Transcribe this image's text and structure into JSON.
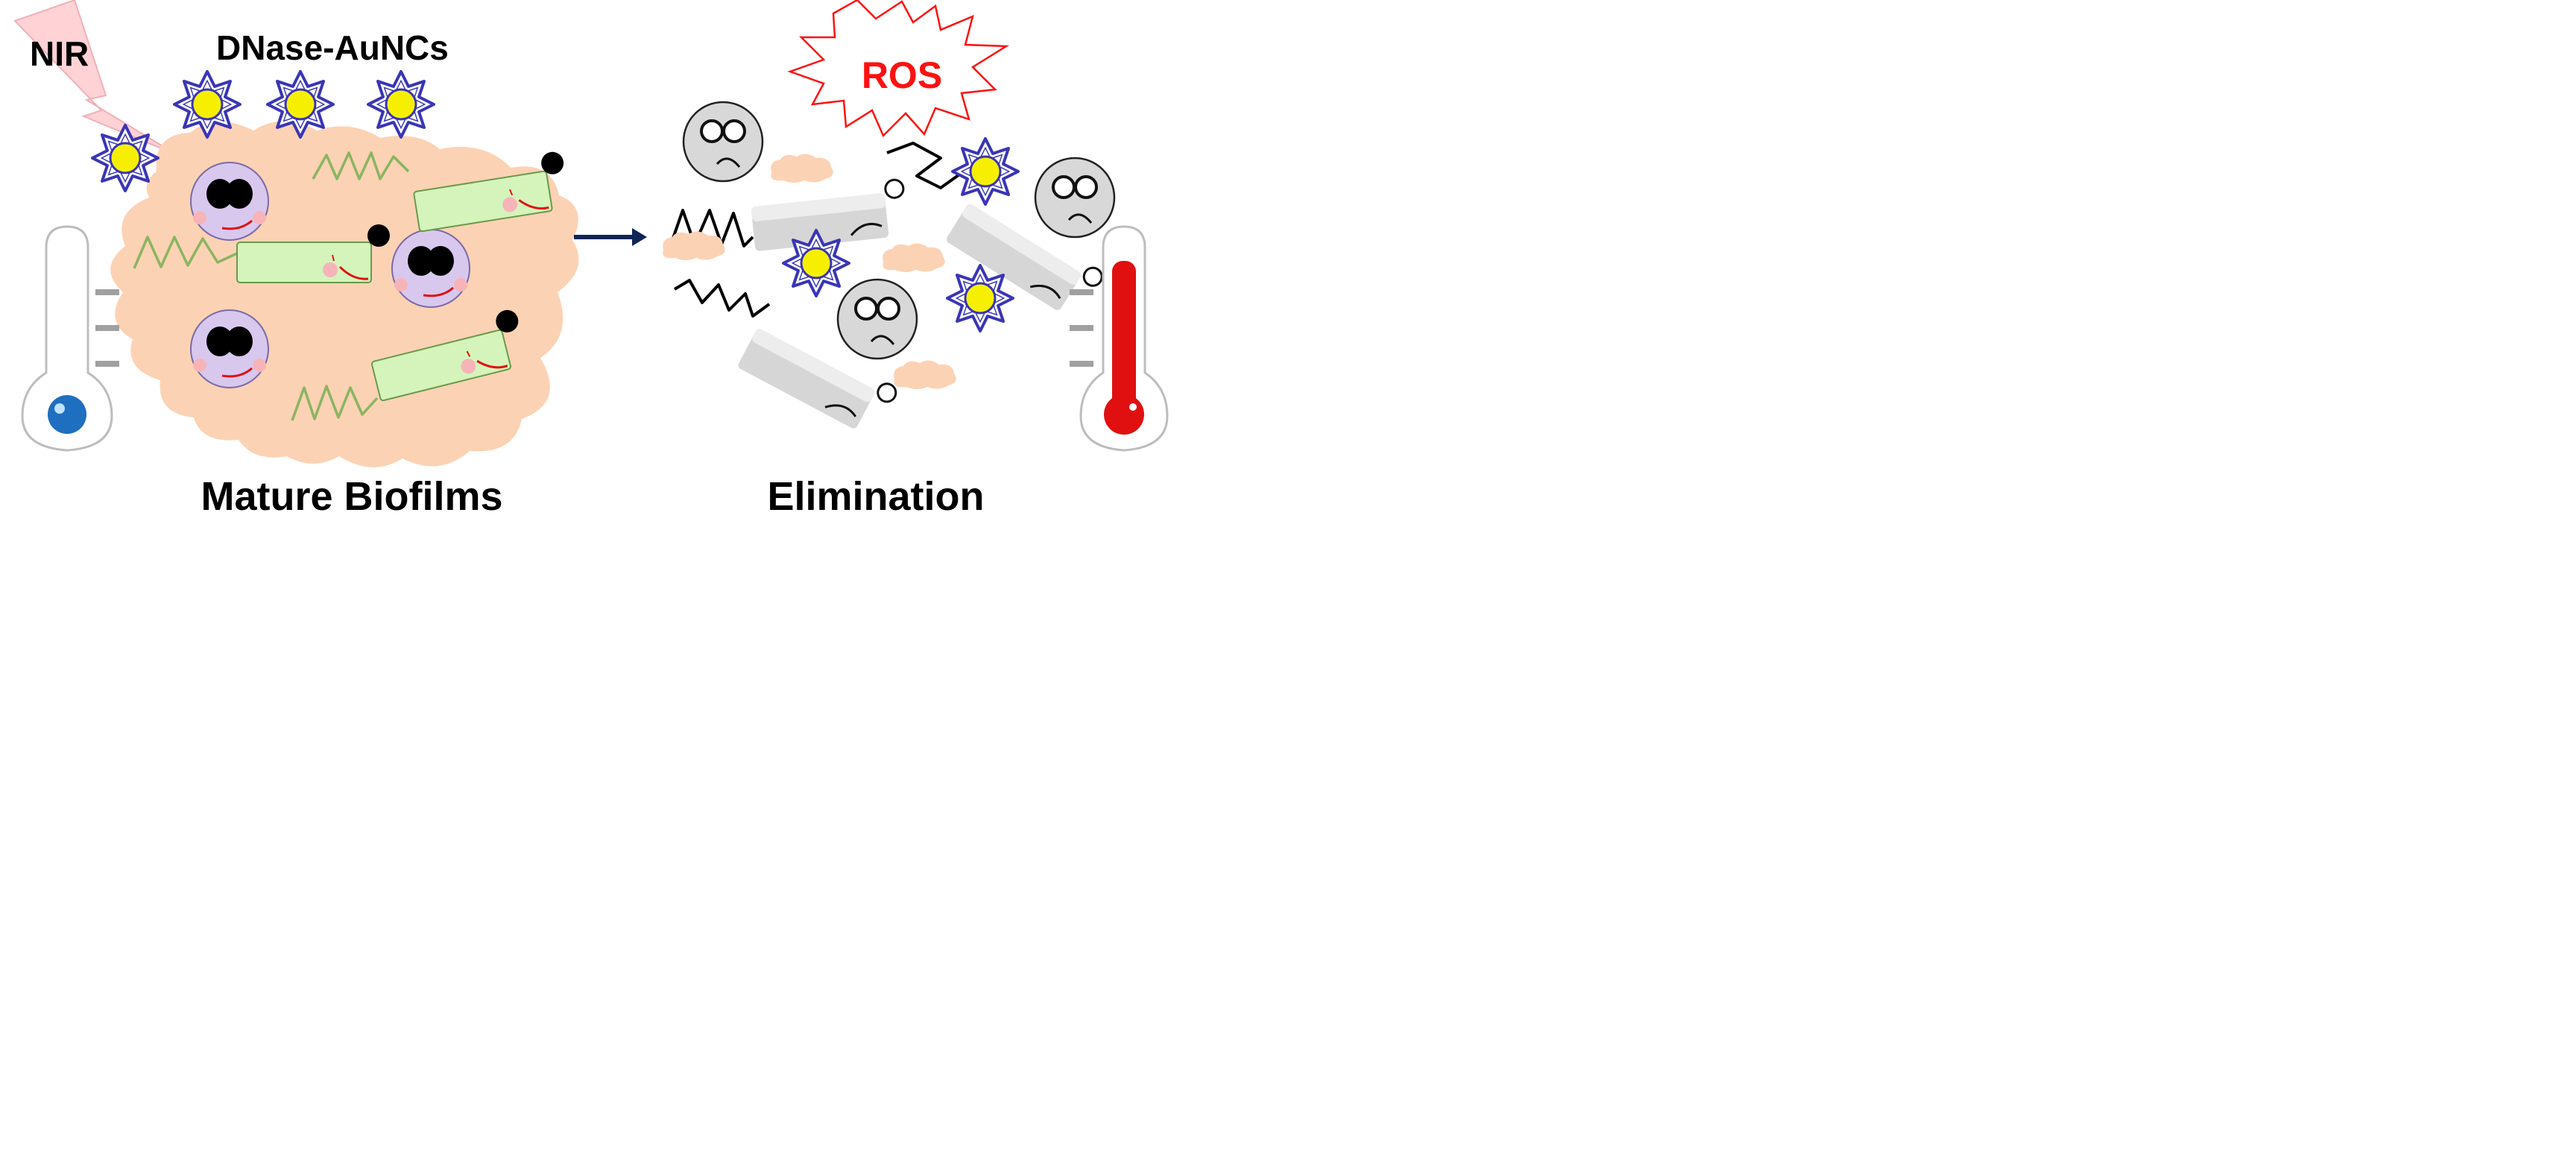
{
  "labels": {
    "nir": "NIR",
    "dnase_aunc": "DNase-AuNCs",
    "ros": "ROS",
    "mature_biofilms": "Mature Biofilms",
    "elimination": "Elimination"
  },
  "colors": {
    "biofilm": "#fcd2b4",
    "nanocluster_core": "#f6f000",
    "nanocluster_star": "#3a35b5",
    "coccus_body": "#d8c8ee",
    "rod_body": "#d4f4bc",
    "dna_strand": "#8ab560",
    "dead_cell": "#d8d8d8",
    "ros": "#ff1010",
    "arrow": "#0e2556",
    "thermo_cold": "#1e6fc0",
    "thermo_hot": "#e01010",
    "nir_beam": "#ffd2d6"
  },
  "icons": {
    "nanocluster": "star-sun-icon",
    "cold_thermometer": "thermometer-cold-icon",
    "hot_thermometer": "thermometer-hot-icon",
    "laser": "lightning-bolt-icon"
  }
}
